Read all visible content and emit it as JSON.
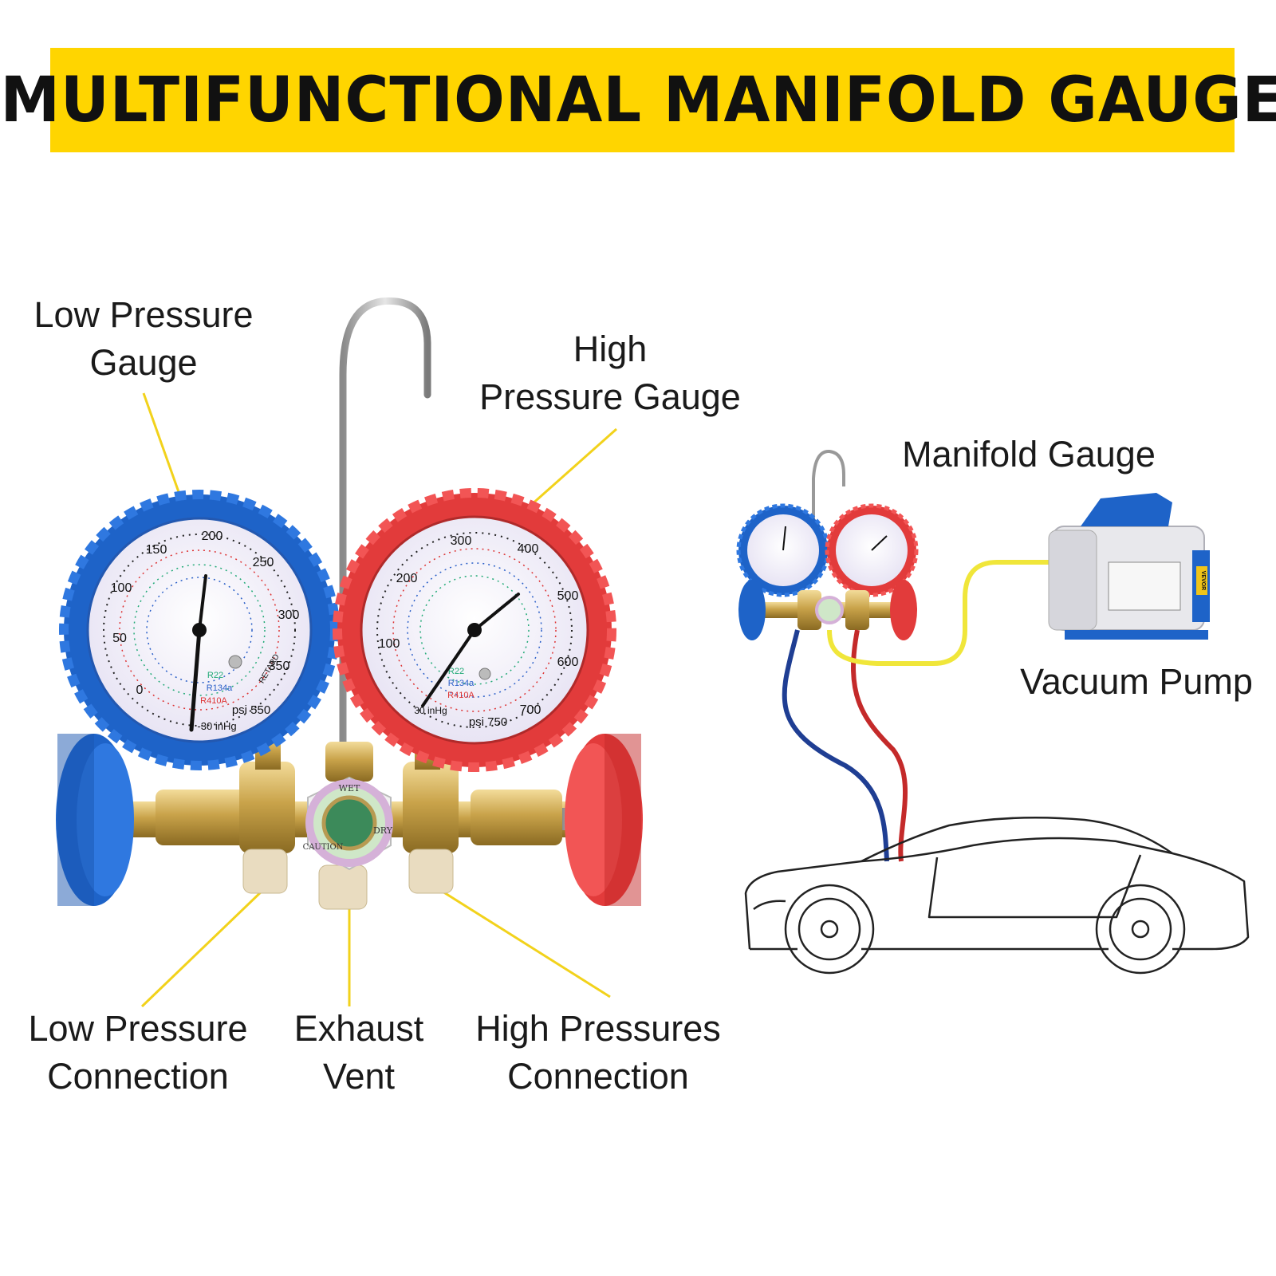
{
  "banner": {
    "title": "MULTIFUNCTIONAL MANIFOLD GAUGE"
  },
  "labels": {
    "low_pressure_gauge": [
      "Low Pressure",
      "Gauge"
    ],
    "high_pressure_gauge": [
      "High",
      "Pressure Gauge"
    ],
    "low_pressure_connection": [
      "Low Pressure",
      "Connection"
    ],
    "exhaust_vent": [
      "Exhaust",
      "Vent"
    ],
    "high_pressures_connection": [
      "High Pressures",
      "Connection"
    ],
    "manifold_gauge": "Manifold Gauge",
    "vacuum_pump": "Vacuum Pump"
  },
  "gauges": {
    "low": {
      "unit": "psi 550",
      "vac": "-30 inHg",
      "ticks": [
        "0",
        "50",
        "100",
        "150",
        "200",
        "250",
        "300",
        "350"
      ],
      "refrigerants": [
        "R22",
        "R134a",
        "R410A"
      ],
      "retard": "RETARD"
    },
    "high": {
      "unit": "psi 750",
      "vac": "30 inHg",
      "ticks": [
        "100",
        "200",
        "300",
        "400",
        "500",
        "600",
        "700"
      ],
      "refrigerants": [
        "R22",
        "R134a",
        "R410A"
      ]
    }
  },
  "sight_glass": {
    "wet": "WET",
    "dry": "DRY",
    "caution": "CAUTION"
  },
  "pump": {
    "brand": "VEVOR"
  },
  "colors": {
    "banner": "#FFD500",
    "callout": "#F2D21B",
    "low_side": "#1E63C8",
    "high_side": "#E23B3B",
    "brass": "#C9A34A",
    "hose_yellow": "#F0E63A"
  }
}
